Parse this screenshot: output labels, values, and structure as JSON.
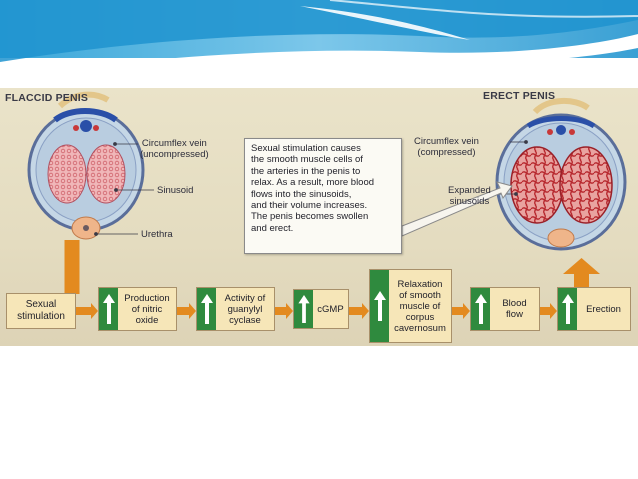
{
  "slide": {
    "accent": "#1a9ad6"
  },
  "diagram": {
    "left_title": "FLACCID PENIS",
    "right_title": "ERECT PENIS",
    "left_labels": {
      "circumflex_vein": "Circumflex vein",
      "circumflex_state": "(uncompressed)",
      "sinusoid": "Sinusoid",
      "urethra": "Urethra"
    },
    "right_labels": {
      "circumflex_vein": "Circumflex vein",
      "circumflex_state": "(compressed)",
      "expanded_1": "Expanded",
      "expanded_2": "sinusoids"
    },
    "callout_lines": [
      "Sexual stimulation causes",
      "the smooth muscle cells of",
      "the arteries in the penis to",
      "relax. As a result, more blood",
      "flows into the sinusoids,",
      "and their volume increases.",
      "The penis becomes swollen",
      "and erect."
    ],
    "flow": {
      "start": [
        "Sexual",
        "stimulation"
      ],
      "steps": [
        [
          "Production",
          "of nitric",
          "oxide"
        ],
        [
          "Activity of",
          "guanylyl",
          "cyclase"
        ],
        [
          "cGMP"
        ],
        [
          "Relaxation",
          "of smooth",
          "muscle of",
          "corpus",
          "cavernosum"
        ],
        [
          "Blood",
          "flow"
        ],
        [
          "Erection"
        ]
      ]
    },
    "colors": {
      "arrow": "#e38a1f",
      "up_arrow_box": "#2f8a3e",
      "step_box": "#f6e6b8",
      "tissue": "#c8343a"
    }
  }
}
